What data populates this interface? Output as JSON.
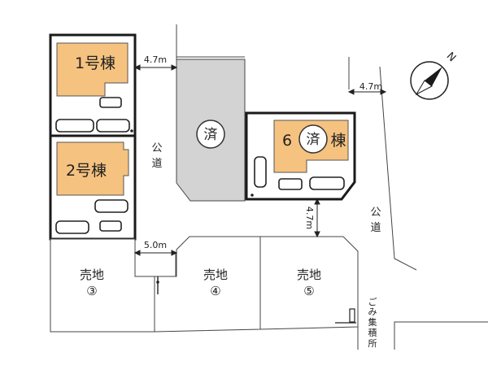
{
  "houses": [
    {
      "id": 1,
      "label": "1号棟"
    },
    {
      "id": 2,
      "label": "2号棟"
    },
    {
      "id": 6,
      "label_prefix": "6",
      "label_suffix": "棟"
    }
  ],
  "sold_marker": "済",
  "lots": [
    {
      "label": "売地",
      "number": "③"
    },
    {
      "label": "売地",
      "number": "④"
    },
    {
      "label": "売地",
      "number": "⑤"
    }
  ],
  "roads": {
    "left": [
      "公",
      "道"
    ],
    "right": [
      "公",
      "道"
    ]
  },
  "dimensions": {
    "top": "4.7m",
    "right_top": "4.7m",
    "middle_vertical": "4.7m",
    "bottom": "5.0m"
  },
  "garbage": [
    "ご",
    "み",
    "集",
    "積",
    "所"
  ],
  "compass_label": "N",
  "colors": {
    "house_fill": "#f6c27f",
    "sold_fill": "#d3d3d3",
    "line": "#444444",
    "bold_outline": "#1a1a1a"
  }
}
